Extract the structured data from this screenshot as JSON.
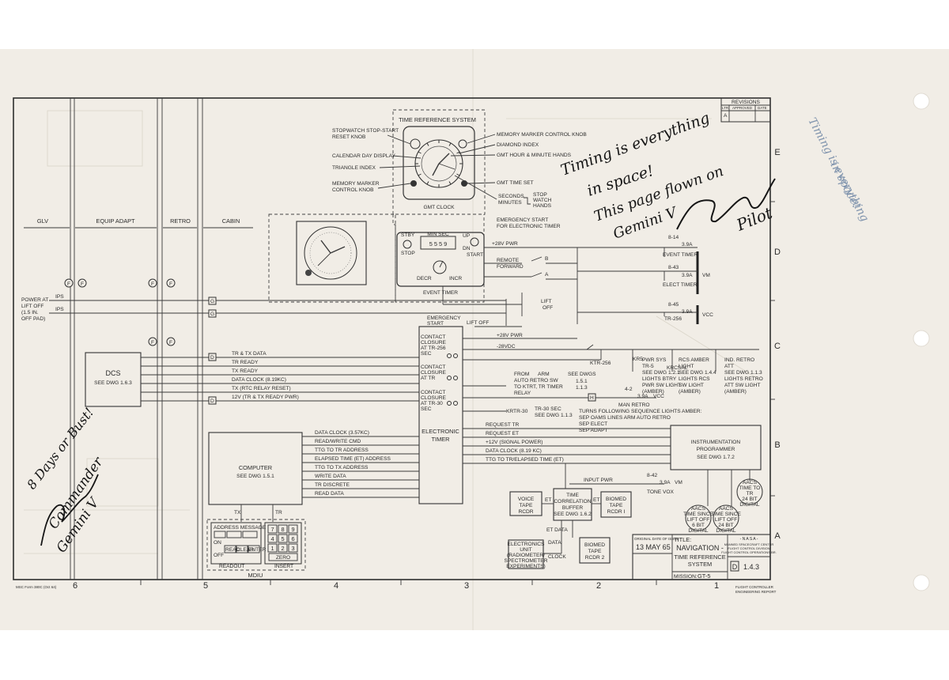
{
  "zones": {
    "glv": "GLV",
    "equip_adapt": "EQUIP ADAPT",
    "retro": "RETRO",
    "cabin": "CABIN"
  },
  "trs": {
    "title": "TIME REFERENCE SYSTEM",
    "left_labels": [
      "STOPWATCH STOP-START",
      "RESET KNOB",
      "CALENDAR DAY DISPLAY",
      "TRIANGLE INDEX",
      "MEMORY MARKER",
      "CONTROL KNOB"
    ],
    "right_labels": [
      "MEMORY MARKER CONTROL KNOB",
      "DIAMOND INDEX",
      "GMT HOUR & MINUTE HANDS",
      "GMT TIME SET",
      "SECONDS",
      "MINUTES",
      "STOP",
      "WATCH",
      "HANDS"
    ],
    "clock_caption": "GMT CLOCK",
    "emergency_start": "EMERGENCY START",
    "for_electronic_timer": "FOR ELECTRONIC TIMER"
  },
  "event_timer": {
    "stby": "STBY",
    "stop": "STOP",
    "min_sec": "MIN   SEC",
    "digits": "5 5  5 9",
    "up": "UP",
    "dn": "DN",
    "start": "START",
    "decr": "DECR",
    "incr": "INCR",
    "caption": "EVENT TIMER"
  },
  "power": {
    "pwr1": "+28V PWR",
    "remote": "REMOTE",
    "forward": "FORWARD",
    "b": "B",
    "a": "A",
    "lift_off": "LIFT",
    "off": "OFF",
    "lift_off2": "LIFT OFF",
    "pwr2": "+28V PWR",
    "vdc": "-28VDC"
  },
  "power_at_liftoff": [
    "POWER AT",
    "LIFT OFF",
    "(1.5 IN.",
    "OFF PAD)"
  ],
  "markers": {
    "f": "F",
    "g": "G",
    "d": "D",
    "h": "H",
    "ips": "IPS"
  },
  "dcs": {
    "title": "DCS",
    "ref": "SEE DWG 1.6.3",
    "signals": [
      "TR & TX DATA",
      "TR READY",
      "TX READY",
      "DATA CLOCK (8.19KC)",
      "TX (RTC RELAY RESET)",
      "12V  (TR & TX READY PWR)"
    ]
  },
  "timer": {
    "emergency": "EMERGENCY",
    "start": "START",
    "cc1": [
      "CONTACT",
      "CLOSURE",
      "AT TR-256",
      "SEC"
    ],
    "cc2": [
      "CONTACT",
      "CLOSURE",
      "AT TR"
    ],
    "cc3": [
      "CONTACT",
      "CLOSURE",
      "AT TR-30",
      "SEC"
    ],
    "title1": "ELECTRONIC",
    "title2": "TIMER"
  },
  "computer": {
    "title": "COMPUTER",
    "ref": "SEE DWG 1.5.1",
    "tx": "TX",
    "tr": "TR",
    "signals": [
      "DATA CLOCK (3.57KC)",
      "READ/WRITE CMD",
      "TTG TO TR ADDRESS",
      "ELAPSED TIME (ET) ADDRESS",
      "TTG TO TX ADDRESS",
      "WRITE DATA",
      "TR DISCRETE",
      "READ DATA"
    ]
  },
  "mdiu": {
    "header": "ADDRESS  MESSAGE",
    "keys": [
      "7",
      "8",
      "9",
      "4",
      "5",
      "6",
      "1",
      "2",
      "3"
    ],
    "on": "ON",
    "off": "OFF",
    "read": "READ",
    "clear": "CLEAR",
    "enter": "ENTER",
    "zero": "ZERO",
    "sub1": "READOUT",
    "sub2": "INSERT",
    "caption": "MDIU"
  },
  "instrumentation": {
    "title": "INSTRUMENTATION",
    "subtitle": "PROGRAMMER",
    "ref": "SEE DWG 1.7.2",
    "signals": [
      "REQUEST TR",
      "REQUEST ET",
      "+12V  (SIGNAL POWER)",
      "DATA CLOCK (8.19 KC)",
      "TTG TO TR/ELAPSED TIME (ET)"
    ]
  },
  "relays": {
    "r1": "8-14",
    "r2": "8-43",
    "r3": "8-45",
    "r4": "8-42",
    "r5": "4-2",
    "fuse": "3.9A",
    "event_timer": "EVENT TIMER",
    "elect_timer": "ELECT TIMER",
    "tr256": "TR-256",
    "tone_vox": "TONE VOX",
    "man_retro": "MAN RETRO",
    "vm": "VM",
    "vcc": "VCC",
    "input_pwr": "INPUT PWR"
  },
  "lights": {
    "kr5": "KR5",
    "pwr_sys": [
      "PWR SYS",
      "TR-5",
      "SEE DWG 1.2.1",
      "LIGHTS BTRY",
      "PWR SW LIGHT",
      "(AMBER)"
    ],
    "rcs": [
      "RCS AMBER",
      "LIGHT",
      "SEE DWG 1.4.4",
      "LIGHTS RCS",
      "SW LIGHT",
      "(AMBER)"
    ],
    "ind": [
      "IND. RETRO",
      "ATT",
      "SEE DWG 1.1.3",
      "LIGHTS RETRO",
      "ATT SW LIGHT",
      "(AMBER)"
    ],
    "ktr256": "KTR-256",
    "kcsal": "KRCSAL"
  },
  "retro_relay": {
    "from": "FROM",
    "arm": "ARM",
    "auto": "AUTO RETRO SW",
    "to": "TO KTRT, TR TIMER",
    "relay": "RELAY",
    "see": "SEE DWGS",
    "d1": "1.5.1",
    "d2": "1.1.3",
    "ktr30": "KRTR-30",
    "tr30": "TR-30 SEC",
    "see2": "SEE DWG 1.1.3",
    "turns": [
      "TURNS FOLLOWING SEQUENCE LIGHTS AMBER:",
      "SEP OAMS LINES     ARM AUTO RETRO",
      "SEP ELECT",
      "SEP ADAPT"
    ]
  },
  "recorders": {
    "voice": [
      "VOICE",
      "TAPE",
      "RCDR"
    ],
    "tcb": [
      "TIME",
      "CORRELATION",
      "BUFFER",
      "SEE DWG 1.6.2"
    ],
    "biomed1": [
      "BIOMED",
      "TAPE",
      "RCDR I"
    ],
    "biomed2": [
      "BIOMED",
      "TAPE",
      "RCDR 2"
    ],
    "electronics": [
      "ELECTRONICS",
      "UNIT",
      "(RADIOMETER/",
      "SPECTROMETER",
      "EXPERIMENTS)"
    ],
    "et": "ET",
    "et_data": "ET DATA",
    "data": "DATA",
    "clock": "CLOCK"
  },
  "pcm": {
    "left": [
      "AACS",
      "TIME SINCE",
      "LIFT OFF",
      "6 BIT",
      "DIGITAL"
    ],
    "right": [
      "AACS",
      "TIME SINCE",
      "LIFT OFF",
      "24 BIT",
      "DIGITAL"
    ],
    "top": [
      "AACS",
      "TIME TO",
      "TR",
      "24 BIT",
      "DIGITAL"
    ]
  },
  "title_block": {
    "date_label": "ORIGINAL DATE OF ISSUE",
    "date": "13 MAY 65",
    "title_label": "TITLE:",
    "title1": "NAVIGATION -",
    "title2": "TIME REFERENCE",
    "title3": "SYSTEM",
    "mission_label": "MISSION:",
    "mission": "GT-5",
    "sheet_letter": "D",
    "sheet_number": "1.4.3",
    "nasa": "- N A S A -",
    "msc": [
      "MANNED SPACECRAFT CENTER",
      "FLIGHT CONTROL DIVISION",
      "FLIGHT CONTROL OPERATIONS BR."
    ],
    "bottom": [
      "FLIGHT CONTROLLER",
      "ENGINEERING REPORT"
    ],
    "form": "MSC Form 380C (Oct 64)"
  },
  "revisions": {
    "title": "REVISIONS",
    "cols": [
      "LTR",
      "APPROVED",
      "DATE"
    ],
    "row_ltr": "A"
  },
  "grid": {
    "cols": [
      "6",
      "5",
      "4",
      "3",
      "2",
      "1"
    ],
    "rows": [
      "E",
      "D",
      "C",
      "B",
      "A"
    ]
  },
  "handwriting": {
    "note1": [
      "Timing is everything",
      "in space!",
      "This page flown on",
      "Gemini V"
    ],
    "pilot": "Pilot",
    "left": [
      "8 Days or Bust!",
      "Commander",
      "Gemini V"
    ],
    "blue": [
      "Timing is everything",
      "in space!"
    ]
  }
}
